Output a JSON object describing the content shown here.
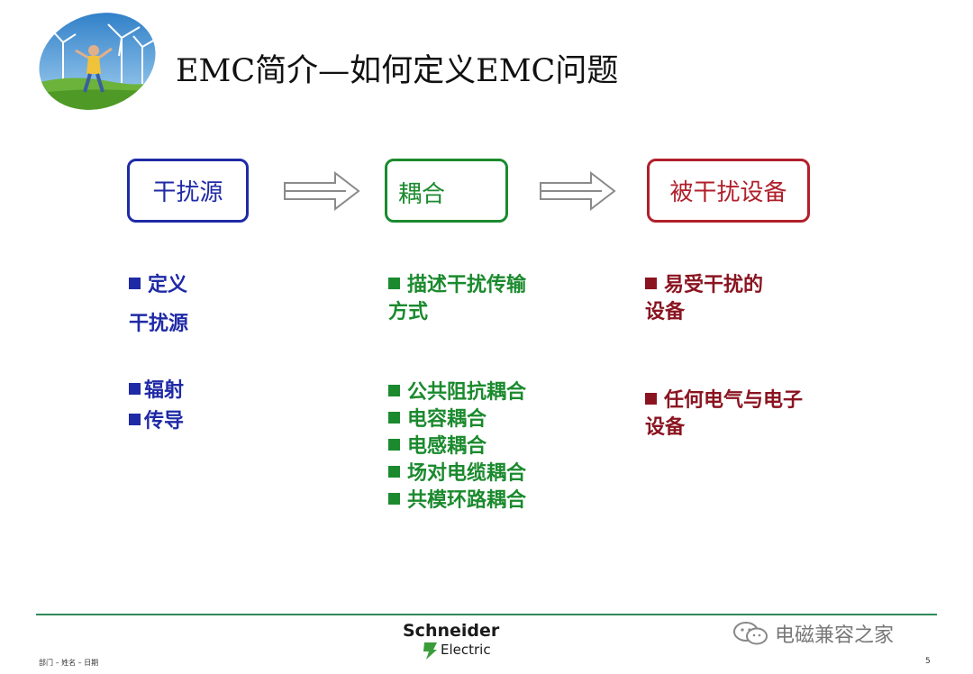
{
  "slide": {
    "title": "EMC简介—如何定义EMC问题",
    "page_number": "5"
  },
  "boxes": {
    "source": "干扰源",
    "coupling": "耦合",
    "victim": "被干扰设备"
  },
  "columns": {
    "source": {
      "def_line1": "定义",
      "def_line2": "干扰源",
      "items": [
        "辐射",
        "传导"
      ]
    },
    "coupling": {
      "def_line1": "描述干扰传输",
      "def_line2": "方式",
      "items": [
        "公共阻抗耦合",
        "电容耦合",
        "电感耦合",
        "场对电缆耦合",
        "共模环路耦合"
      ]
    },
    "victim": {
      "def_line1": "易受干扰的",
      "def_line2": "设备",
      "item_line1": "任何电气与电子",
      "item_line2": "设备"
    }
  },
  "footer": {
    "left_text": "部门 – 姓名 – 日期",
    "brand_name": "Schneider",
    "brand_sub": "Electric",
    "watermark": "电磁兼容之家"
  },
  "colors": {
    "blue": "#1f2aa6",
    "green": "#1b8a2e",
    "red": "#b0202b",
    "dark_red": "#8a1420",
    "footer_line": "#2f8a5a"
  },
  "icons": {
    "logo": "wind-turbine-child-photo",
    "arrows": "outline-right-arrow",
    "brand": "schneider-leaf-icon",
    "watermark": "wechat-icon"
  }
}
